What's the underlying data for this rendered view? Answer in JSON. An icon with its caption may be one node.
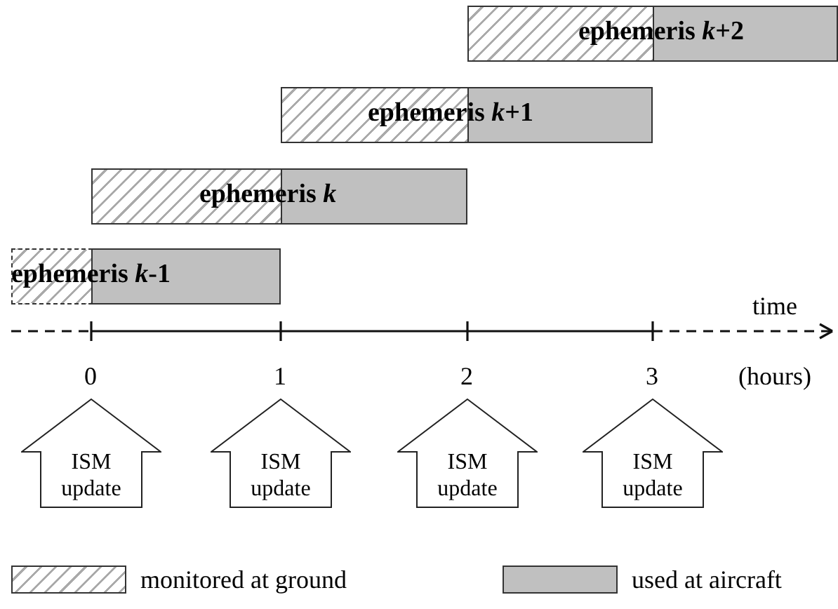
{
  "diagram": {
    "nodes": [
      {
        "text": [
          "ephemeris *k*+2"
        ]
      },
      {
        "text": [
          "ephemeris *k*+1"
        ]
      },
      {
        "text": [
          "ephemeris *k*"
        ]
      },
      {
        "text": [
          "ephemeris *k*-1"
        ]
      },
      {
        "text": [
          "ISM update"
        ]
      },
      {
        "text": [
          "ISM update"
        ]
      },
      {
        "text": [
          "ISM update"
        ]
      },
      {
        "text": [
          "ISM update"
        ]
      }
    ],
    "edges": [],
    "labels": [
      "time",
      "0",
      "1",
      "2",
      "3",
      "(hours)"
    ],
    "legend": [
      {
        "text": "monitored at ground"
      },
      {
        "text": "used at aircraft",
        "color": "#c0c0c0"
      }
    ]
  }
}
